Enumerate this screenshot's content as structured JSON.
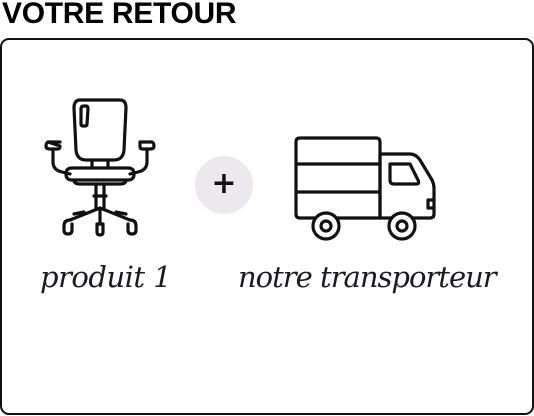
{
  "page": {
    "title": "VOTRE RETOUR"
  },
  "card": {
    "product_label": "produit 1",
    "plus_symbol": "+",
    "carrier_label": "notre transporteur",
    "product_icon": "office-chair-icon",
    "carrier_icon": "delivery-truck-icon"
  },
  "colors": {
    "text": "#000000",
    "plus_bg": "#ebe9ee",
    "border": "#111111"
  }
}
